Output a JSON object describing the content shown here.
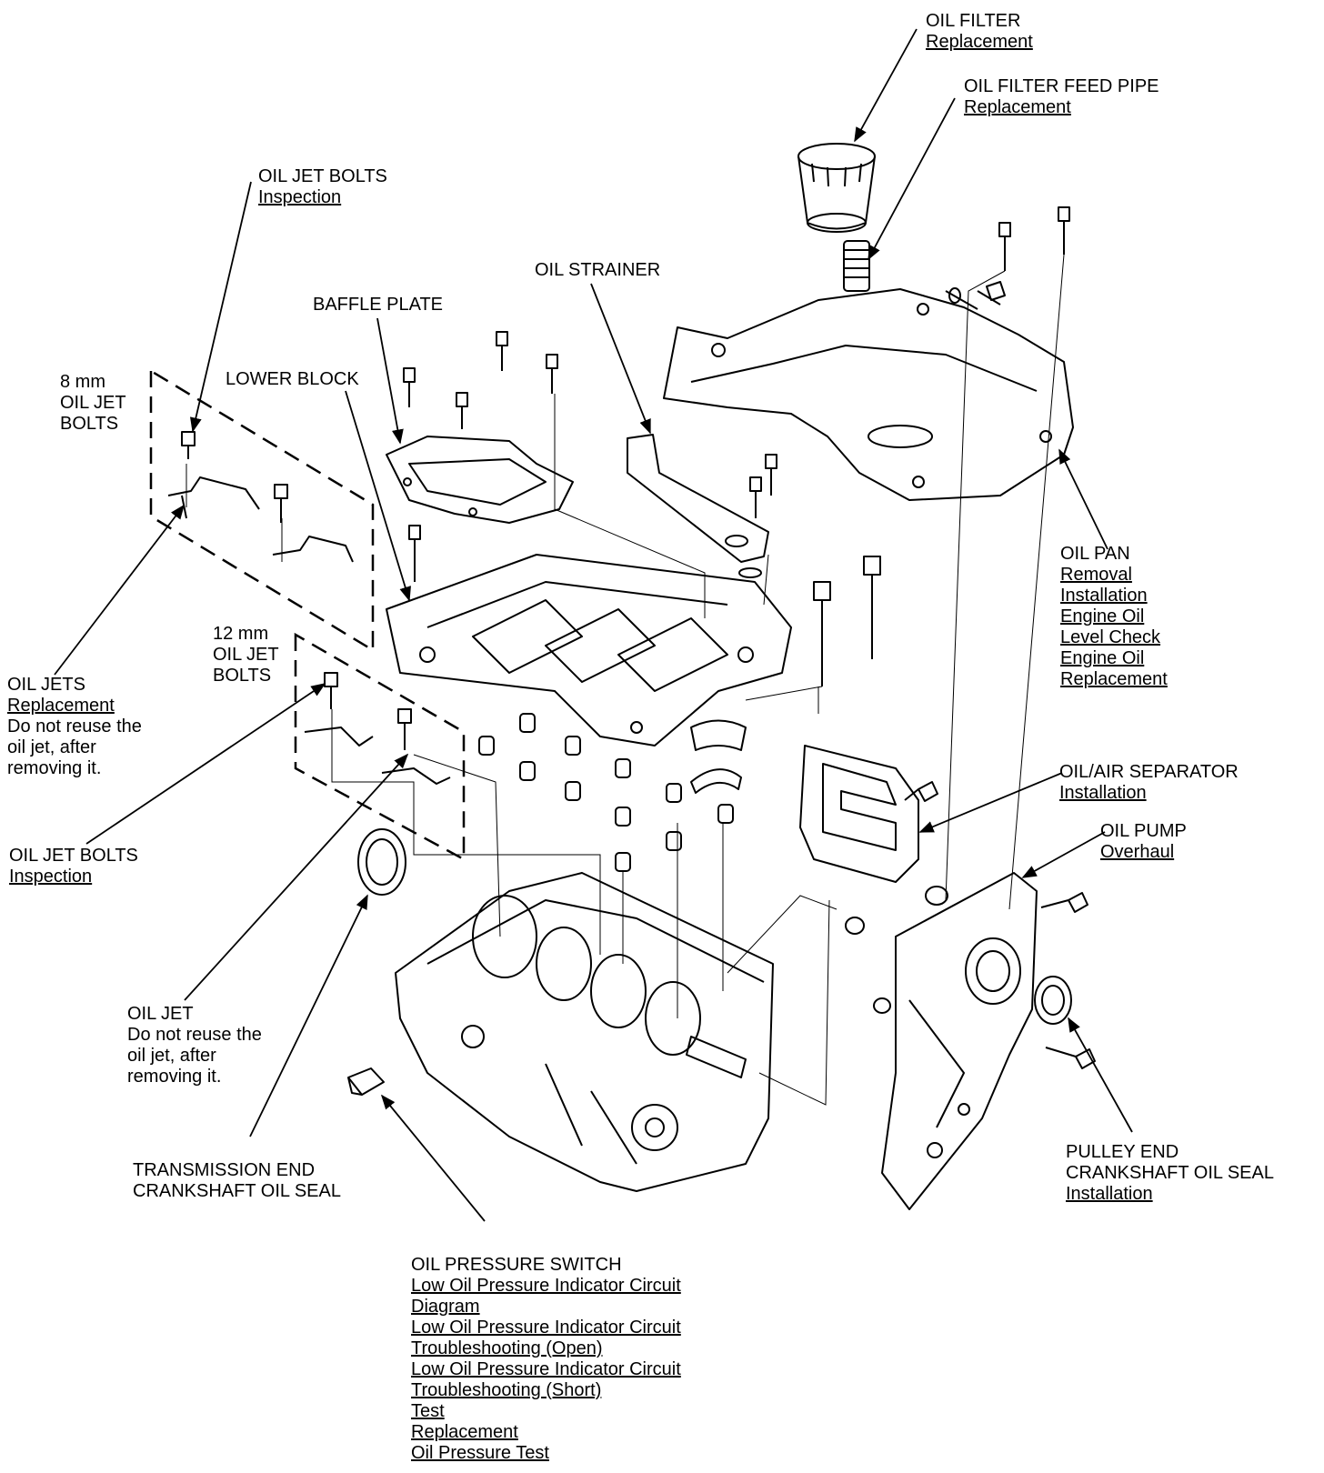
{
  "labels": {
    "oil_filter": {
      "title": "OIL FILTER",
      "links": [
        "Replacement"
      ]
    },
    "oil_filter_feed_pipe": {
      "title": "OIL FILTER FEED PIPE",
      "links": [
        "Replacement"
      ]
    },
    "oil_jet_bolts_top": {
      "title": "OIL JET BOLTS",
      "links": [
        "Inspection"
      ]
    },
    "oil_strainer": {
      "title": "OIL STRAINER"
    },
    "baffle_plate": {
      "title": "BAFFLE PLATE"
    },
    "lower_block": {
      "title": "LOWER BLOCK"
    },
    "oil_jet_bolts_8mm": {
      "lines": [
        "8 mm",
        "OIL JET",
        "BOLTS"
      ]
    },
    "oil_jet_bolts_12mm": {
      "lines": [
        "12 mm",
        "OIL JET",
        "BOLTS"
      ]
    },
    "oil_jets": {
      "title": "OIL JETS",
      "links": [
        "Replacement"
      ],
      "notes": [
        "Do not reuse the",
        "oil jet, after",
        "removing it."
      ]
    },
    "oil_jet_bolts_left": {
      "title": "OIL JET BOLTS",
      "links": [
        "Inspection"
      ]
    },
    "oil_jet": {
      "title": "OIL JET",
      "notes": [
        "Do not reuse the",
        "oil jet, after",
        "removing it."
      ]
    },
    "transmission_end_seal": {
      "lines": [
        "TRANSMISSION END",
        "CRANKSHAFT OIL SEAL"
      ]
    },
    "oil_pan": {
      "title": "OIL PAN",
      "links": [
        "Removal",
        "Installation",
        "Engine Oil",
        "Level Check",
        "Engine Oil",
        "Replacement"
      ]
    },
    "oil_air_separator": {
      "title": "OIL/AIR SEPARATOR",
      "links": [
        "Installation"
      ]
    },
    "oil_pump": {
      "title": "OIL PUMP",
      "links": [
        "Overhaul"
      ]
    },
    "pulley_end_seal": {
      "lines": [
        "PULLEY END",
        "CRANKSHAFT OIL SEAL"
      ],
      "links": [
        "Installation"
      ]
    },
    "oil_pressure_switch": {
      "title": "OIL PRESSURE SWITCH",
      "links": [
        "Low Oil Pressure Indicator Circuit",
        "Diagram",
        "Low Oil Pressure Indicator Circuit",
        "Troubleshooting (Open)",
        "Low Oil Pressure Indicator Circuit",
        "Troubleshooting (Short)",
        "Test",
        "Replacement",
        "Oil Pressure Test"
      ]
    }
  }
}
